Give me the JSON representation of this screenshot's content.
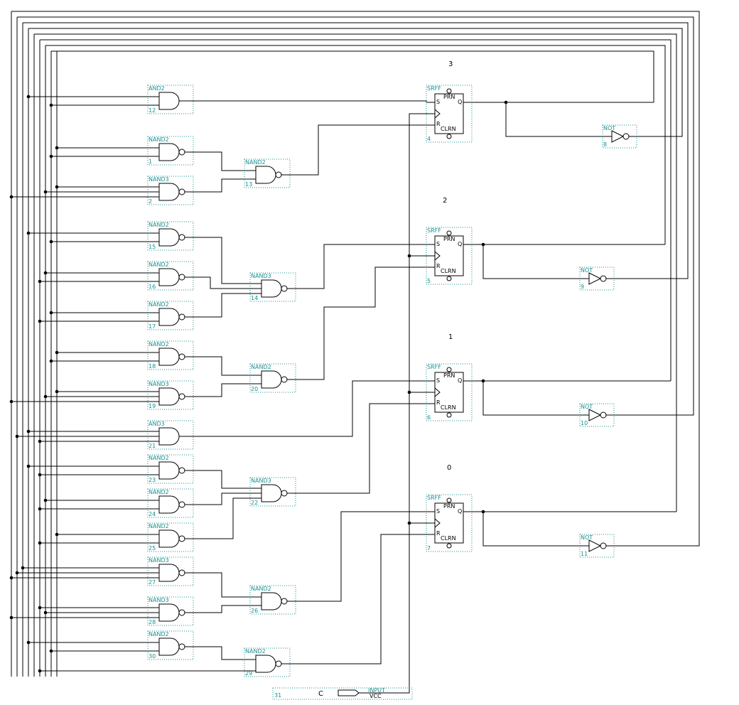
{
  "bits": [
    "3",
    "2",
    "1",
    "0"
  ],
  "input": {
    "name": "C",
    "type": "INPUT",
    "vcc": "VCC",
    "id": "31"
  },
  "gates": [
    {
      "type": "AND2",
      "id": "12"
    },
    {
      "type": "NAND2",
      "id": "1"
    },
    {
      "type": "NAND3",
      "id": "2"
    },
    {
      "type": "NAND2",
      "id": "13"
    },
    {
      "type": "NAND2",
      "id": "15"
    },
    {
      "type": "NAND2",
      "id": "16"
    },
    {
      "type": "NAND2",
      "id": "17"
    },
    {
      "type": "NAND3",
      "id": "14"
    },
    {
      "type": "NAND2",
      "id": "18"
    },
    {
      "type": "NAND3",
      "id": "19"
    },
    {
      "type": "NAND2",
      "id": "20"
    },
    {
      "type": "AND3",
      "id": "21"
    },
    {
      "type": "NAND2",
      "id": "23"
    },
    {
      "type": "NAND2",
      "id": "24"
    },
    {
      "type": "NAND2",
      "id": "25"
    },
    {
      "type": "NAND3",
      "id": "22"
    },
    {
      "type": "NAND3",
      "id": "27"
    },
    {
      "type": "NAND3",
      "id": "28"
    },
    {
      "type": "NAND2",
      "id": "26"
    },
    {
      "type": "NAND2",
      "id": "30"
    },
    {
      "type": "NAND2",
      "id": "29"
    }
  ],
  "flipflops": [
    {
      "type": "SRFF",
      "id": "4",
      "prn": "PRN",
      "clrn": "CLRN",
      "s": "S",
      "r": "R",
      "q": "Q"
    },
    {
      "type": "SRFF",
      "id": "5",
      "prn": "PRN",
      "clrn": "CLRN",
      "s": "S",
      "r": "R",
      "q": "Q"
    },
    {
      "type": "SRFF",
      "id": "6",
      "prn": "PRN",
      "clrn": "CLRN",
      "s": "S",
      "r": "R",
      "q": "Q"
    },
    {
      "type": "SRFF",
      "id": "7",
      "prn": "PRN",
      "clrn": "CLRN",
      "s": "S",
      "r": "R",
      "q": "Q"
    }
  ],
  "inverters": [
    {
      "type": "NOT",
      "id": "8"
    },
    {
      "type": "NOT",
      "id": "9"
    },
    {
      "type": "NOT",
      "id": "10"
    },
    {
      "type": "NOT",
      "id": "11"
    }
  ]
}
